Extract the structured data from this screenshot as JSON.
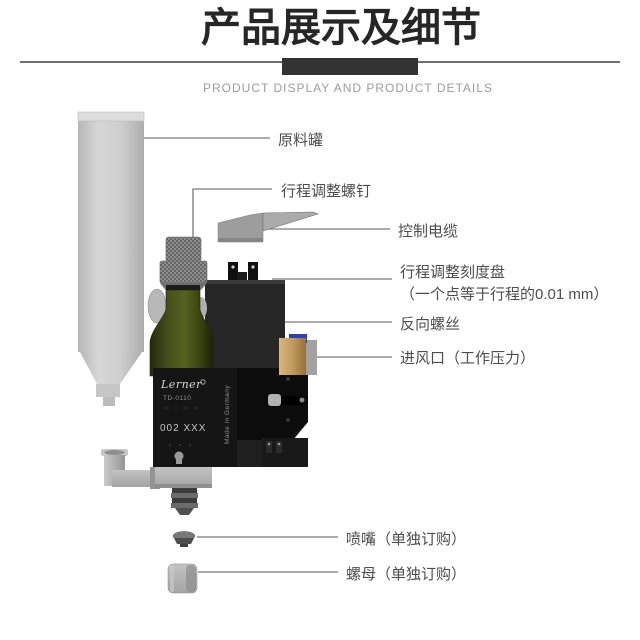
{
  "header": {
    "title": "产品展示及细节",
    "subtitle": "PRODUCT DISPLAY AND PRODUCT DETAILS"
  },
  "labels": {
    "material_tank": "原料罐",
    "stroke_screw": "行程调整螺钉",
    "control_cable": "控制电缆",
    "stroke_dial": "行程调整刻度盘",
    "stroke_dial_note": "（一个点等于行程的0.01 mm）",
    "reverse_screw": "反向螺丝",
    "air_inlet": "进风口（工作压力）",
    "nozzle": "喷嘴（单独订购）",
    "nut": "螺母（单独订购）"
  },
  "device_markings": {
    "brand": "Lerner",
    "model": "TD-0110",
    "serial": "002 XXX",
    "origin": "Made in Germany"
  },
  "colors": {
    "title_text": "#262626",
    "divider_block": "#333333",
    "subtitle_text": "#9c9c9c",
    "label_text": "#4d4d4d",
    "leader_line": "#7a7a7a",
    "valve_body_black": "#151515",
    "bottle_green": "#46511b",
    "brass_fitting": "#c19a5e",
    "blue_fitting": "#2d3fbe",
    "tank_gray": "#cccccc"
  }
}
